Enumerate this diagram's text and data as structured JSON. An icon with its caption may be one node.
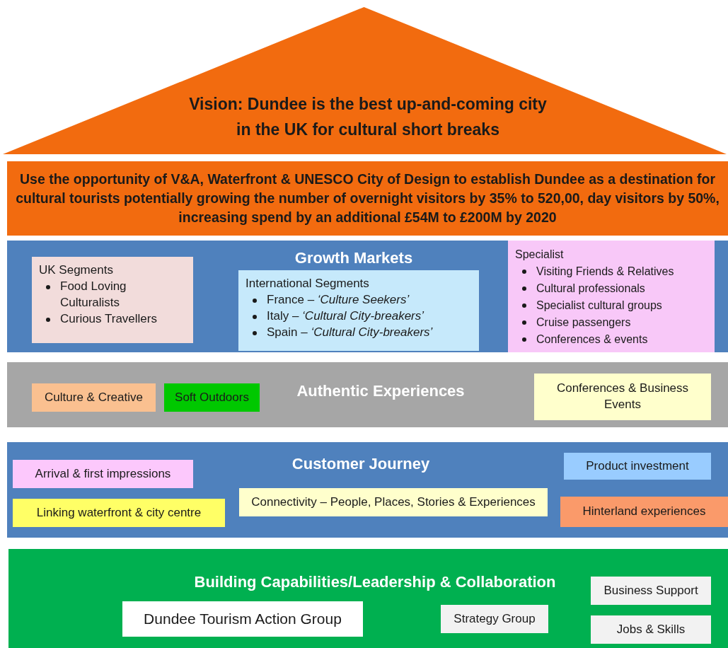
{
  "diagram": {
    "nodes": [
      {
        "text": [
          "Vision: Dundee is the best up-and-coming city in the UK for cultural short breaks"
        ]
      },
      {
        "text": [
          "Use the opportunity of V&A, Waterfront & UNESCO City of Design to establish Dundee as a destination for cultural tourists potentially growing the number of overnight visitors by 35% to 520,00, day visitors by 50%, increasing spend by an additional £54M to £200M by 2020"
        ]
      },
      {
        "text": [
          "Growth Markets"
        ]
      },
      {
        "text": [
          "UK Segments",
          "Food Loving Culturalists",
          "Curious Travellers"
        ],
        "in": 2
      },
      {
        "text": [
          "International Segments",
          "France – *‘Culture Seekers’*",
          "Italy – *‘Cultural City-breakers’*",
          "Spain – *‘Cultural City-breakers’*"
        ],
        "in": 2
      },
      {
        "text": [
          "Specialist",
          "Visiting Friends & Relatives",
          "Cultural professionals",
          "Specialist cultural groups",
          "Cruise passengers",
          "Conferences & events"
        ],
        "in": 2
      },
      {
        "text": [
          "Authentic Experiences"
        ]
      },
      {
        "text": [
          "Culture & Creative"
        ],
        "in": 6
      },
      {
        "text": [
          "Soft Outdoors"
        ],
        "in": 6
      },
      {
        "text": [
          "Conferences & Business Events"
        ],
        "in": 6
      },
      {
        "text": [
          "Customer Journey"
        ]
      },
      {
        "text": [
          "Arrival & first impressions"
        ],
        "in": 10
      },
      {
        "text": [
          "Linking waterfront & city centre"
        ],
        "in": 10
      },
      {
        "text": [
          "Connectivity – People, Places, Stories & Experiences"
        ],
        "in": 10
      },
      {
        "text": [
          "Product investment"
        ],
        "in": 10
      },
      {
        "text": [
          "Hinterland experiences"
        ],
        "in": 10
      },
      {
        "text": [
          "Building Capabilities/Leadership & Collaboration"
        ]
      },
      {
        "text": [
          "Dundee Tourism Action Group"
        ],
        "in": 16
      },
      {
        "text": [
          "Strategy Group"
        ],
        "in": 16
      },
      {
        "text": [
          "Business Support"
        ],
        "in": 16
      },
      {
        "text": [
          "Jobs & Skills"
        ],
        "in": 16
      }
    ],
    "edges": []
  }
}
